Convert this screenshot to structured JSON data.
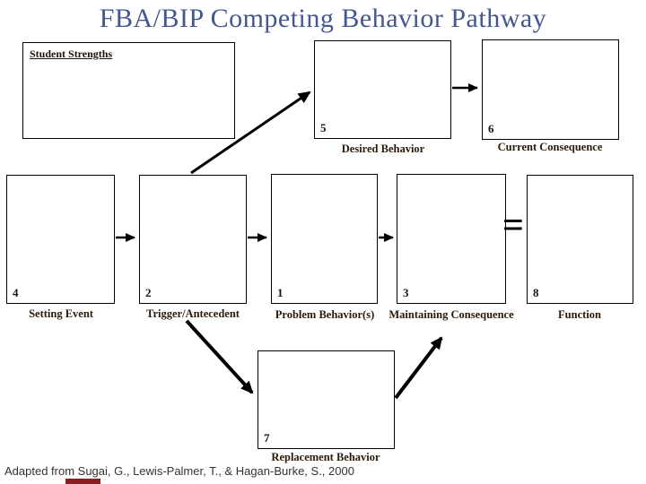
{
  "title": "FBA/BIP Competing Behavior Pathway",
  "student_strengths": {
    "label": "Student Strengths"
  },
  "boxes": [
    {
      "id": "desired-behavior",
      "number": "5",
      "label": "Desired Behavior"
    },
    {
      "id": "current-consequence",
      "number": "6",
      "label": "Current Consequence"
    },
    {
      "id": "setting-event",
      "number": "4",
      "label": "Setting Event"
    },
    {
      "id": "trigger-antecedent",
      "number": "2",
      "label": "Trigger/Antecedent"
    },
    {
      "id": "problem-behavior",
      "number": "1",
      "label": "Problem Behavior(s)"
    },
    {
      "id": "maintaining-consequence",
      "number": "3",
      "label": "Maintaining Consequence"
    },
    {
      "id": "function",
      "number": "8",
      "label": "Function"
    },
    {
      "id": "replacement-behavior",
      "number": "7",
      "label": "Replacement Behavior"
    }
  ],
  "equals_sign": "=",
  "citation": "Adapted from Sugai, G., Lewis-Palmer, T., & Hagan-Burke, S., 2000",
  "colors": {
    "title": "#44588e",
    "box_label": "#2a1a0a",
    "line": "#000000",
    "accent_strip": "#8b1f1f",
    "background": "#ffffff"
  }
}
